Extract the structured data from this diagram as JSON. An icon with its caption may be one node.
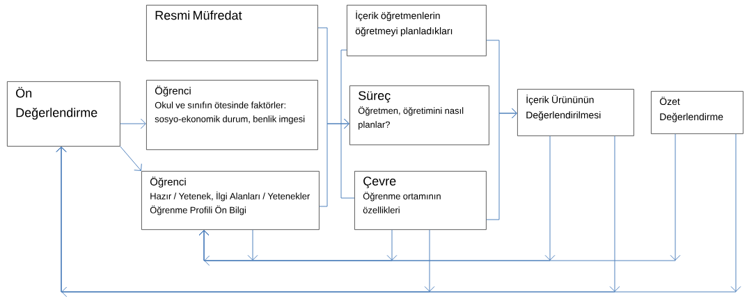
{
  "diagram": {
    "nodes": [
      {
        "text": [
          "Ön Değerlendirme"
        ]
      },
      {
        "text": [
          "Resmi Müfredat"
        ]
      },
      {
        "text": [
          "Öğrenci",
          "Okul ve sınıfın ötesinde faktörler: sosyo-ekonomik durum, benlik imgesi"
        ]
      },
      {
        "text": [
          "Öğrenci",
          "Hazır / Yetenek, İlgi Alanları / Yetenekler Öğrenme Profili Ön Bilgi"
        ]
      },
      {
        "text": [
          "İçerik öğretmenlerin öğretmeyi planladıkları"
        ]
      },
      {
        "text": [
          "Süreç",
          "Öğretmen, öğretimini nasıl planlar?"
        ]
      },
      {
        "text": [
          "Çevre",
          "Öğrenme ortamının özellikleri"
        ]
      },
      {
        "text": [
          "İçerik Ürününün Değerlendirilmesi"
        ]
      },
      {
        "text": [
          "Özet Değerlendirme"
        ]
      }
    ],
    "edges": [
      {
        "from": 0,
        "to": 2,
        "arrow": "to"
      },
      {
        "from": 0,
        "to": 3,
        "arrow": "to"
      },
      {
        "from": 1,
        "to": 5,
        "arrow": "to"
      },
      {
        "from": 3,
        "to": 5,
        "arrow": "to"
      },
      {
        "from": 4,
        "to": 6,
        "arrow": "none"
      },
      {
        "from": 4,
        "to": 7,
        "arrow": "to"
      },
      {
        "from": 6,
        "to": 7,
        "arrow": "to"
      },
      {
        "from": 3,
        "to": null,
        "arrow": "to"
      },
      {
        "from": 6,
        "to": 3,
        "arrow": "to"
      },
      {
        "from": 7,
        "to": 3,
        "arrow": "to"
      },
      {
        "from": 8,
        "to": 3,
        "arrow": "to"
      },
      {
        "from": 6,
        "to": 0,
        "arrow": "to"
      },
      {
        "from": 7,
        "to": 0,
        "arrow": "to"
      },
      {
        "from": 8,
        "to": 0,
        "arrow": "to"
      }
    ]
  }
}
